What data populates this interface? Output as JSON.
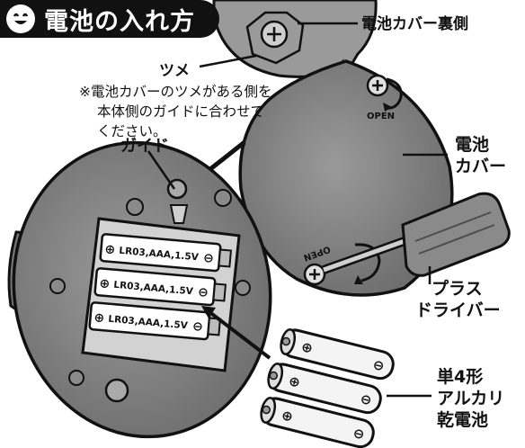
{
  "title": "電池の入れ方",
  "labels": {
    "cover_back": "電池カバー裏側",
    "claw": "ツメ",
    "note_lines": [
      "※電池カバーのツメがある側を",
      "本体側のガイドに合わせて",
      "ください。"
    ],
    "guide": "ガイド",
    "cover": [
      "電池",
      "カバー"
    ],
    "screwdriver": [
      "プラス",
      "ドライバー"
    ],
    "battery_type": [
      "単4形",
      "アルカリ",
      "乾電池"
    ]
  },
  "markings": {
    "open": "OPEN",
    "battery_spec": "LR03,AAA,1.5V",
    "plus": "⊕",
    "minus": "⊖"
  },
  "icons": [
    "smile-icon",
    "rotate-arrow-icon",
    "screw-icon",
    "insert-arrow-icon"
  ]
}
